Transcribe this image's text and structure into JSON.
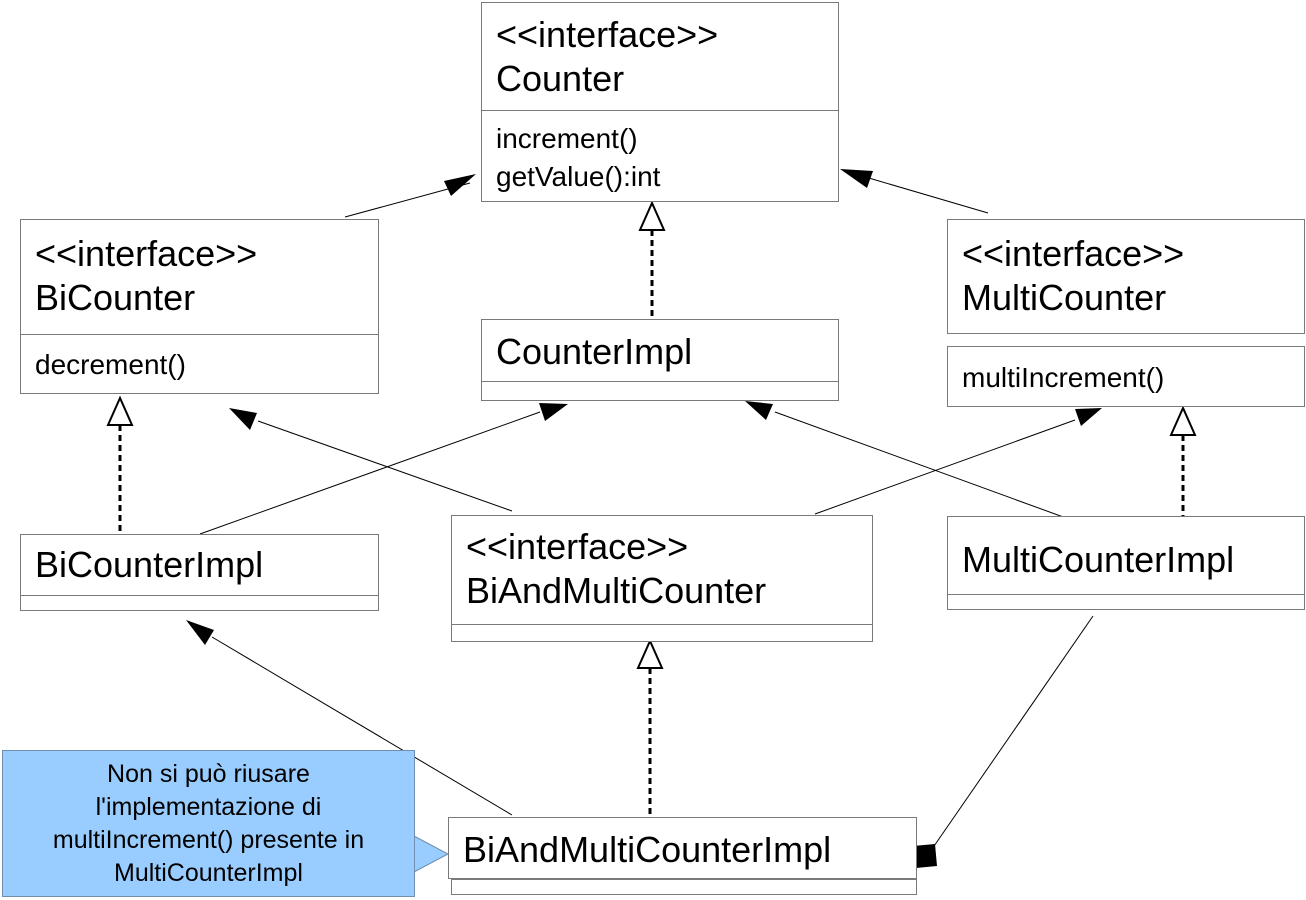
{
  "stereotype": "<<interface>>",
  "counter": {
    "name": "Counter",
    "methods": [
      "increment()",
      "getValue():int"
    ]
  },
  "bicounter": {
    "name": "BiCounter",
    "methods": [
      "decrement()"
    ]
  },
  "counterimpl": {
    "name": "CounterImpl"
  },
  "multicounter": {
    "name": "MultiCounter",
    "methods": [
      "multiIncrement()"
    ]
  },
  "bicounterimpl": {
    "name": "BiCounterImpl"
  },
  "biandmulticounter": {
    "name": "BiAndMultiCounter"
  },
  "multicounterimpl": {
    "name": "MultiCounterImpl"
  },
  "biandmulticounterimpl": {
    "name": "BiAndMultiCounterImpl"
  },
  "note": {
    "lines": [
      "Non si può riusare",
      "l'implementazione di",
      "multiIncrement() presente in",
      "MultiCounterImpl"
    ]
  }
}
